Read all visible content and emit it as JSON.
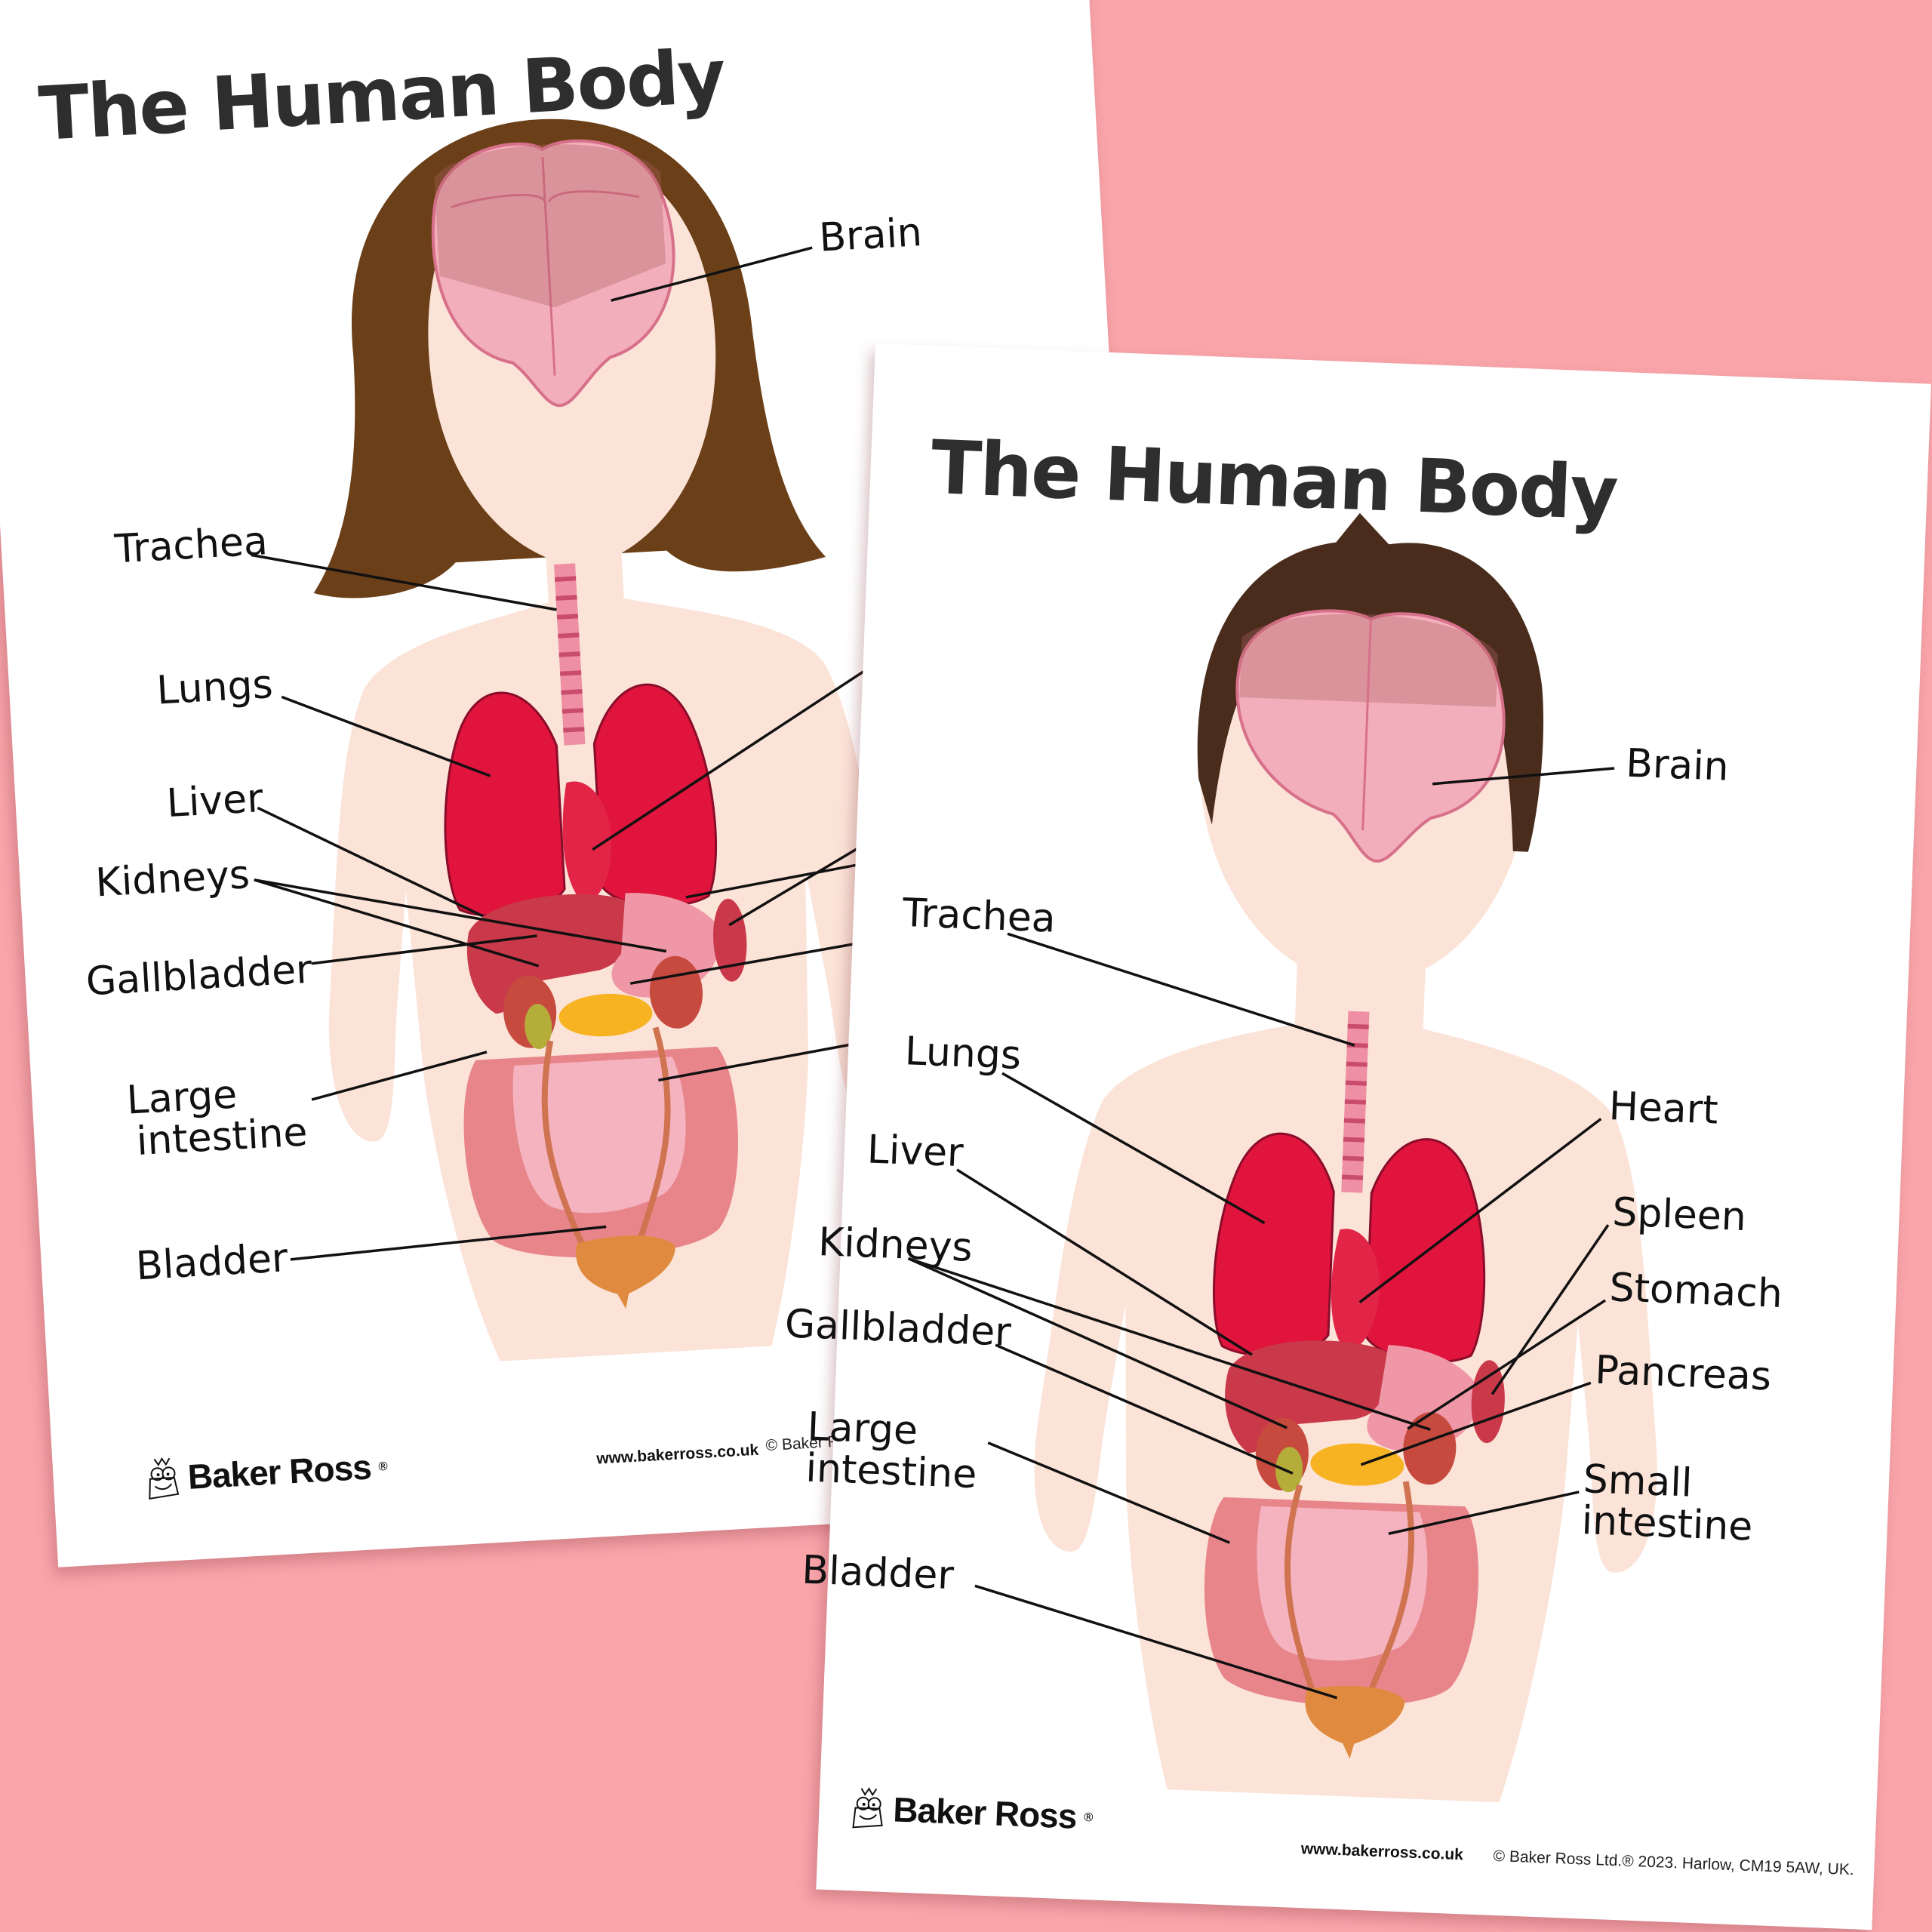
{
  "background_color": "#f9a5aa",
  "sheets": [
    {
      "title": "The Human Body",
      "figure": "girl",
      "labels": {
        "brain": "Brain",
        "trachea": "Trachea",
        "lungs": "Lungs",
        "liver": "Liver",
        "kidneys": "Kidneys",
        "gallbladder": "Gallbladder",
        "large_intestine_1": "Large",
        "large_intestine_2": "intestine",
        "bladder": "Bladder"
      },
      "footer": {
        "brand": "Baker Ross",
        "reg_mark": "®",
        "url": "www.bakerross.co.uk",
        "copyright": "© Baker R"
      }
    },
    {
      "title": "The Human Body",
      "figure": "boy",
      "labels": {
        "brain": "Brain",
        "trachea": "Trachea",
        "lungs": "Lungs",
        "heart": "Heart",
        "liver": "Liver",
        "spleen": "Spleen",
        "kidneys": "Kidneys",
        "stomach": "Stomach",
        "gallbladder": "Gallbladder",
        "pancreas": "Pancreas",
        "large_intestine_1": "Large",
        "large_intestine_2": "intestine",
        "small_intestine_1": "Small",
        "small_intestine_2": "intestine",
        "bladder": "Bladder"
      },
      "footer": {
        "brand": "Baker Ross",
        "reg_mark": "®",
        "url": "www.bakerross.co.uk",
        "copyright": "© Baker Ross Ltd.® 2023. Harlow, CM19 5AW, UK."
      }
    }
  ],
  "colors": {
    "skin": "#fbe3d8",
    "hair_girl": "#6b3f17",
    "hair_boy": "#4a2c1c",
    "brain": "#f3aebb",
    "lungs": "#e0143c",
    "liver": "#c9394a",
    "stomach": "#ef97a6",
    "kidney": "#c74a3f",
    "gallbladder": "#b5ad3a",
    "pancreas": "#f7b322",
    "large_intestine": "#e8858b",
    "small_intestine": "#f4b3bf",
    "bladder": "#df8a3e",
    "trachea": "#ee8fa4"
  }
}
